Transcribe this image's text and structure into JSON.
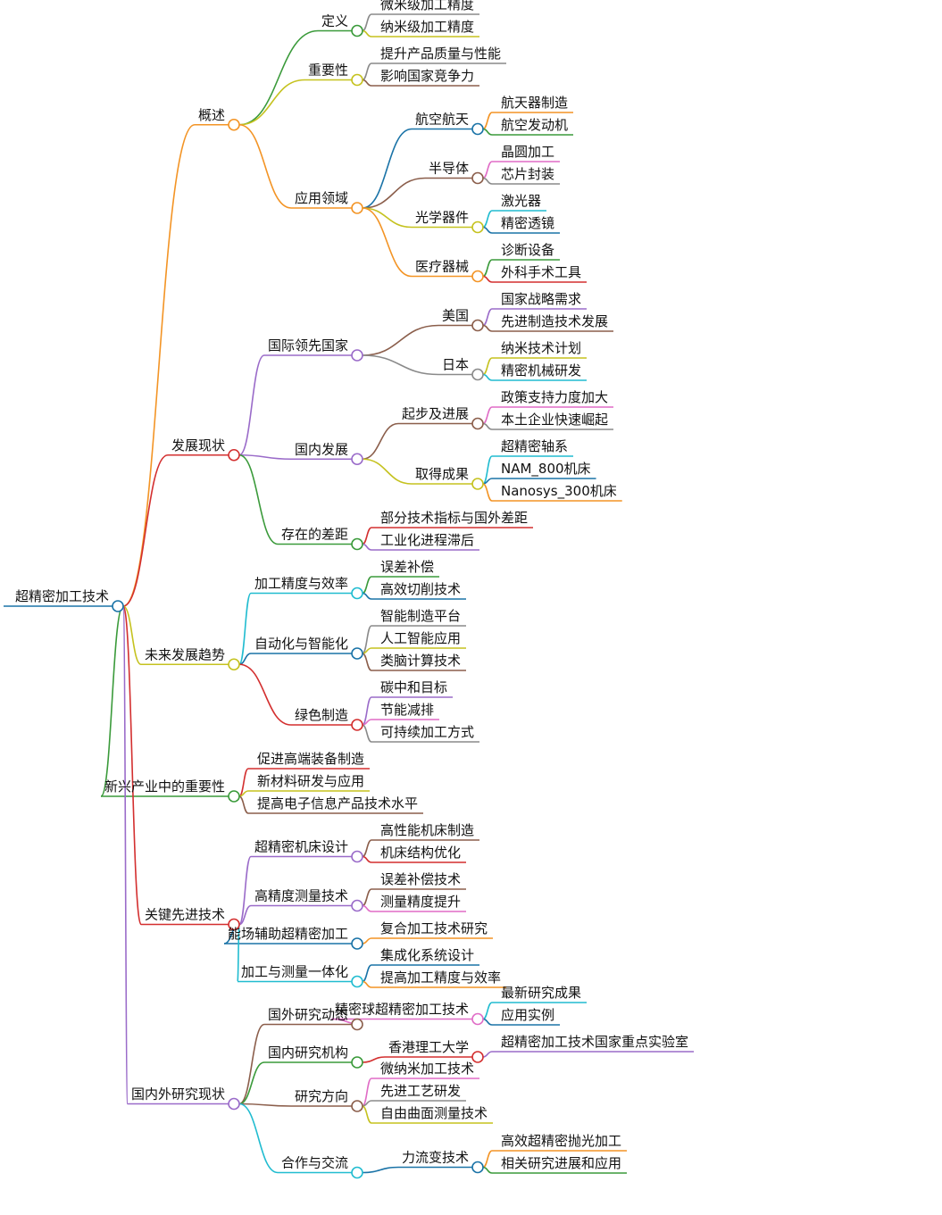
{
  "palette": {
    "orange": "#f39425",
    "red": "#d32f2f",
    "olive": "#c5c21f",
    "green": "#3a9a3a",
    "purple": "#9a6bc9",
    "brown": "#8b5e4b",
    "teal": "#1a73a7",
    "cyan": "#21bcd0",
    "gray": "#8a8a8a",
    "pink": "#e06cc6"
  },
  "mindmap": {
    "label": "超精密加工技术",
    "color": "teal",
    "children": [
      {
        "label": "概述",
        "color": "orange",
        "children": [
          {
            "label": "定义",
            "color": "green",
            "children": [
              {
                "label": "微米级加工精度",
                "color": "gray"
              },
              {
                "label": "纳米级加工精度",
                "color": "olive"
              }
            ]
          },
          {
            "label": "重要性",
            "color": "olive",
            "children": [
              {
                "label": "提升产品质量与性能",
                "color": "gray"
              },
              {
                "label": "影响国家竞争力",
                "color": "brown"
              }
            ]
          },
          {
            "label": "应用领域",
            "color": "orange",
            "children": [
              {
                "label": "航空航天",
                "color": "teal",
                "children": [
                  {
                    "label": "航天器制造",
                    "color": "orange"
                  },
                  {
                    "label": "航空发动机",
                    "color": "green"
                  }
                ]
              },
              {
                "label": "半导体",
                "color": "brown",
                "children": [
                  {
                    "label": "晶圆加工",
                    "color": "pink"
                  },
                  {
                    "label": "芯片封装",
                    "color": "gray"
                  }
                ]
              },
              {
                "label": "光学器件",
                "color": "olive",
                "children": [
                  {
                    "label": "激光器",
                    "color": "cyan"
                  },
                  {
                    "label": "精密透镜",
                    "color": "teal"
                  }
                ]
              },
              {
                "label": "医疗器械",
                "color": "orange",
                "children": [
                  {
                    "label": "诊断设备",
                    "color": "green"
                  },
                  {
                    "label": "外科手术工具",
                    "color": "red"
                  }
                ]
              }
            ]
          }
        ]
      },
      {
        "label": "发展现状",
        "color": "red",
        "children": [
          {
            "label": "国际领先国家",
            "color": "purple",
            "children": [
              {
                "label": "美国",
                "color": "brown",
                "children": [
                  {
                    "label": "国家战略需求",
                    "color": "purple"
                  },
                  {
                    "label": "先进制造技术发展",
                    "color": "brown"
                  }
                ]
              },
              {
                "label": "日本",
                "color": "gray",
                "children": [
                  {
                    "label": "纳米技术计划",
                    "color": "olive"
                  },
                  {
                    "label": "精密机械研发",
                    "color": "cyan"
                  }
                ]
              }
            ]
          },
          {
            "label": "国内发展",
            "color": "purple",
            "children": [
              {
                "label": "起步及进展",
                "color": "brown",
                "children": [
                  {
                    "label": "政策支持力度加大",
                    "color": "pink"
                  },
                  {
                    "label": "本土企业快速崛起",
                    "color": "gray"
                  }
                ]
              },
              {
                "label": "取得成果",
                "color": "olive",
                "children": [
                  {
                    "label": "超精密轴系",
                    "color": "cyan"
                  },
                  {
                    "label": "NAM_800机床",
                    "color": "teal"
                  },
                  {
                    "label": "Nanosys_300机床",
                    "color": "orange"
                  }
                ]
              }
            ]
          },
          {
            "label": "存在的差距",
            "color": "green",
            "children": [
              {
                "label": "部分技术指标与国外差距",
                "color": "red"
              },
              {
                "label": "工业化进程滞后",
                "color": "purple"
              }
            ]
          }
        ]
      },
      {
        "label": "未来发展趋势",
        "color": "olive",
        "children": [
          {
            "label": "加工精度与效率",
            "color": "cyan",
            "children": [
              {
                "label": "误差补偿",
                "color": "green"
              },
              {
                "label": "高效切削技术",
                "color": "teal"
              }
            ]
          },
          {
            "label": "自动化与智能化",
            "color": "teal",
            "children": [
              {
                "label": "智能制造平台",
                "color": "gray"
              },
              {
                "label": "人工智能应用",
                "color": "olive"
              },
              {
                "label": "类脑计算技术",
                "color": "brown"
              }
            ]
          },
          {
            "label": "绿色制造",
            "color": "red",
            "children": [
              {
                "label": "碳中和目标",
                "color": "purple"
              },
              {
                "label": "节能减排",
                "color": "pink"
              },
              {
                "label": "可持续加工方式",
                "color": "gray"
              }
            ]
          }
        ]
      },
      {
        "label": "新兴产业中的重要性",
        "color": "green",
        "children": [
          {
            "label": "促进高端装备制造",
            "color": "red"
          },
          {
            "label": "新材料研发与应用",
            "color": "olive"
          },
          {
            "label": "提高电子信息产品技术水平",
            "color": "brown"
          }
        ]
      },
      {
        "label": "关键先进技术",
        "color": "red",
        "children": [
          {
            "label": "超精密机床设计",
            "color": "purple",
            "children": [
              {
                "label": "高性能机床制造",
                "color": "brown"
              },
              {
                "label": "机床结构优化",
                "color": "red"
              }
            ]
          },
          {
            "label": "高精度测量技术",
            "color": "purple",
            "children": [
              {
                "label": "误差补偿技术",
                "color": "brown"
              },
              {
                "label": "测量精度提升",
                "color": "pink"
              }
            ]
          },
          {
            "label": "能场辅助超精密加工",
            "color": "teal",
            "children": [
              {
                "label": "复合加工技术研究",
                "color": "orange"
              }
            ]
          },
          {
            "label": "加工与测量一体化",
            "color": "cyan",
            "children": [
              {
                "label": "集成化系统设计",
                "color": "teal"
              },
              {
                "label": "提高加工精度与效率",
                "color": "orange"
              }
            ]
          }
        ]
      },
      {
        "label": "国内外研究现状",
        "color": "purple",
        "children": [
          {
            "label": "国外研究动态",
            "color": "brown",
            "children": [
              {
                "label": "精密球超精密加工技术",
                "color": "pink",
                "children": [
                  {
                    "label": "最新研究成果",
                    "color": "cyan"
                  },
                  {
                    "label": "应用实例",
                    "color": "teal"
                  }
                ]
              }
            ]
          },
          {
            "label": "国内研究机构",
            "color": "green",
            "children": [
              {
                "label": "香港理工大学",
                "color": "red",
                "children": [
                  {
                    "label": "超精密加工技术国家重点实验室",
                    "color": "purple"
                  }
                ]
              }
            ]
          },
          {
            "label": "研究方向",
            "color": "brown",
            "children": [
              {
                "label": "微纳米加工技术",
                "color": "pink"
              },
              {
                "label": "先进工艺研发",
                "color": "gray"
              },
              {
                "label": "自由曲面测量技术",
                "color": "olive"
              }
            ]
          },
          {
            "label": "合作与交流",
            "color": "cyan",
            "children": [
              {
                "label": "力流变技术",
                "color": "teal",
                "children": [
                  {
                    "label": "高效超精密抛光加工",
                    "color": "orange"
                  },
                  {
                    "label": "相关研究进展和应用",
                    "color": "green"
                  }
                ]
              }
            ]
          }
        ]
      }
    ]
  }
}
